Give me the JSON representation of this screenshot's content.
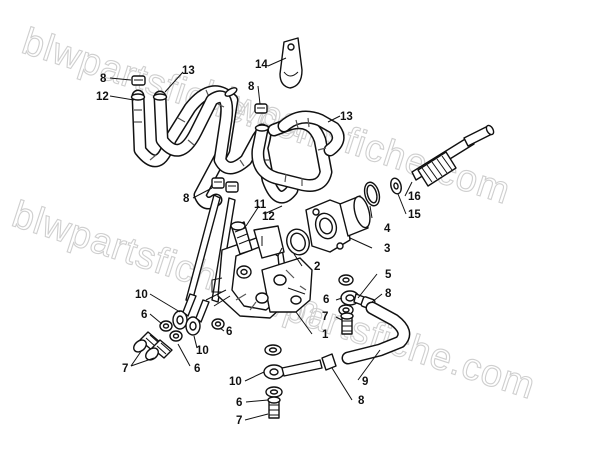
{
  "watermark": "blwpartsfiche.com",
  "callouts": [
    "1",
    "2",
    "3",
    "4",
    "5",
    "6",
    "7",
    "8",
    "9",
    "10",
    "11",
    "12",
    "13",
    "14",
    "15",
    "16"
  ]
}
